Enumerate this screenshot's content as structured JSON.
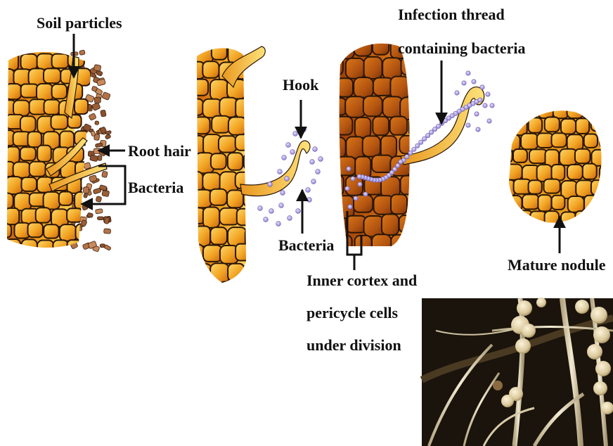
{
  "labels": {
    "soil_particles": "Soil particles",
    "root_hair": "Root hair",
    "bacteria_1": "Bacteria",
    "hook": "Hook",
    "bacteria_2": "Bacteria",
    "infection_line1": "Infection thread",
    "infection_line2": "containing bacteria",
    "cortex_line1": "Inner cortex and",
    "cortex_line2": "pericycle cells",
    "cortex_line3": "under division",
    "mature_nodule": "Mature nodule"
  },
  "colors": {
    "cell_light": "#f6b62a",
    "cell_mid": "#e58d17",
    "cell_dark": "#b8510a",
    "cell_outline": "#2a1606",
    "soil": "#a0643a",
    "bacteria": "#a99bdc",
    "root_hair": "#f7c234",
    "arrow": "#111111",
    "photo_bg": "#1a140c",
    "photo_root": "#e6dcc2"
  },
  "icons": {
    "arrow": "arrow-icon",
    "bracket": "bracket-connector"
  }
}
